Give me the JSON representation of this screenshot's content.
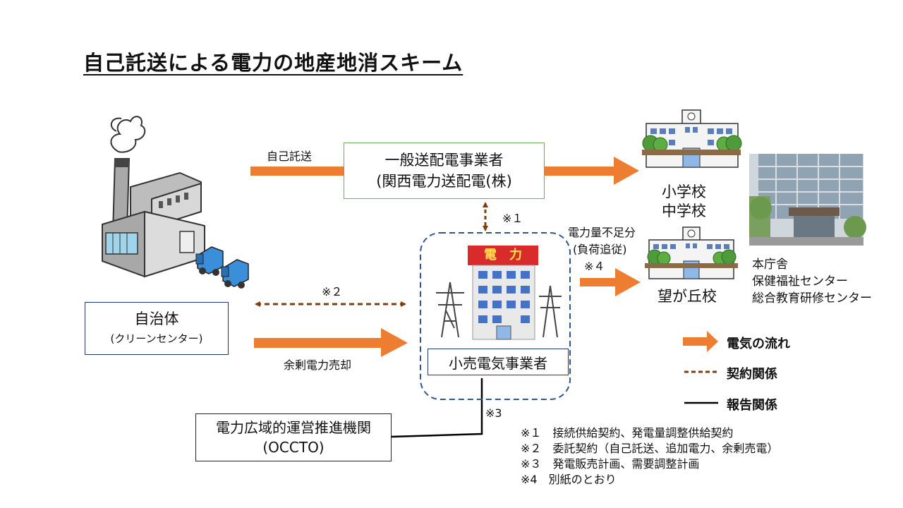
{
  "title": "自己託送による電力の地産地消スキーム",
  "nodes": {
    "grid_operator": {
      "line1": "一般送配電事業者",
      "line2": "(関西電力送配電(株)"
    },
    "municipality": {
      "line1": "自治体",
      "line2": "(クリーンセンター)"
    },
    "retailer": {
      "label": "小売電気事業者",
      "sign": "電　力"
    },
    "occto": {
      "line1": "電力広域的運営推進機関",
      "line2": "(OCCTO)"
    }
  },
  "edges": {
    "self_wheeling": "自己託送",
    "surplus_sale": "余剰電力売却",
    "shortage_line1": "電力量不足分",
    "shortage_line2": "(負荷追従)",
    "mark1": "※１",
    "mark2": "※２",
    "mark3": "※3",
    "mark4": "※４"
  },
  "destinations": {
    "schools_line1": "小学校",
    "schools_line2": "中学校",
    "nozomigaoka": "望が丘校",
    "office_line1": "本庁舎",
    "office_line2": "保健福祉センター",
    "office_line3": "総合教育研修センター"
  },
  "legend": {
    "power_flow": "電気の流れ",
    "contract": "契約関係",
    "report": "報告関係"
  },
  "notes": [
    "※１　接続供給契約、発電量調整供給契約",
    "※２　委託契約（自己託送、追加電力、余剰売電）",
    "※３　発電販売計画、需要調整計画",
    "※4　別紙のとおり"
  ],
  "colors": {
    "power_flow": "#ED7D31",
    "contract": "#843C0C",
    "report": "#000000",
    "grid_box_border": "#70AD47",
    "retailer_group_border": "#2F5597",
    "municipality_box_border": "#1F3864",
    "sign_red": "#D92B2B",
    "building_blue": "#4472C4"
  },
  "icons": [
    "factory-icon",
    "garbage-truck-icon",
    "school-building-icon",
    "office-building-icon",
    "power-company-icon",
    "transmission-tower-icon"
  ]
}
